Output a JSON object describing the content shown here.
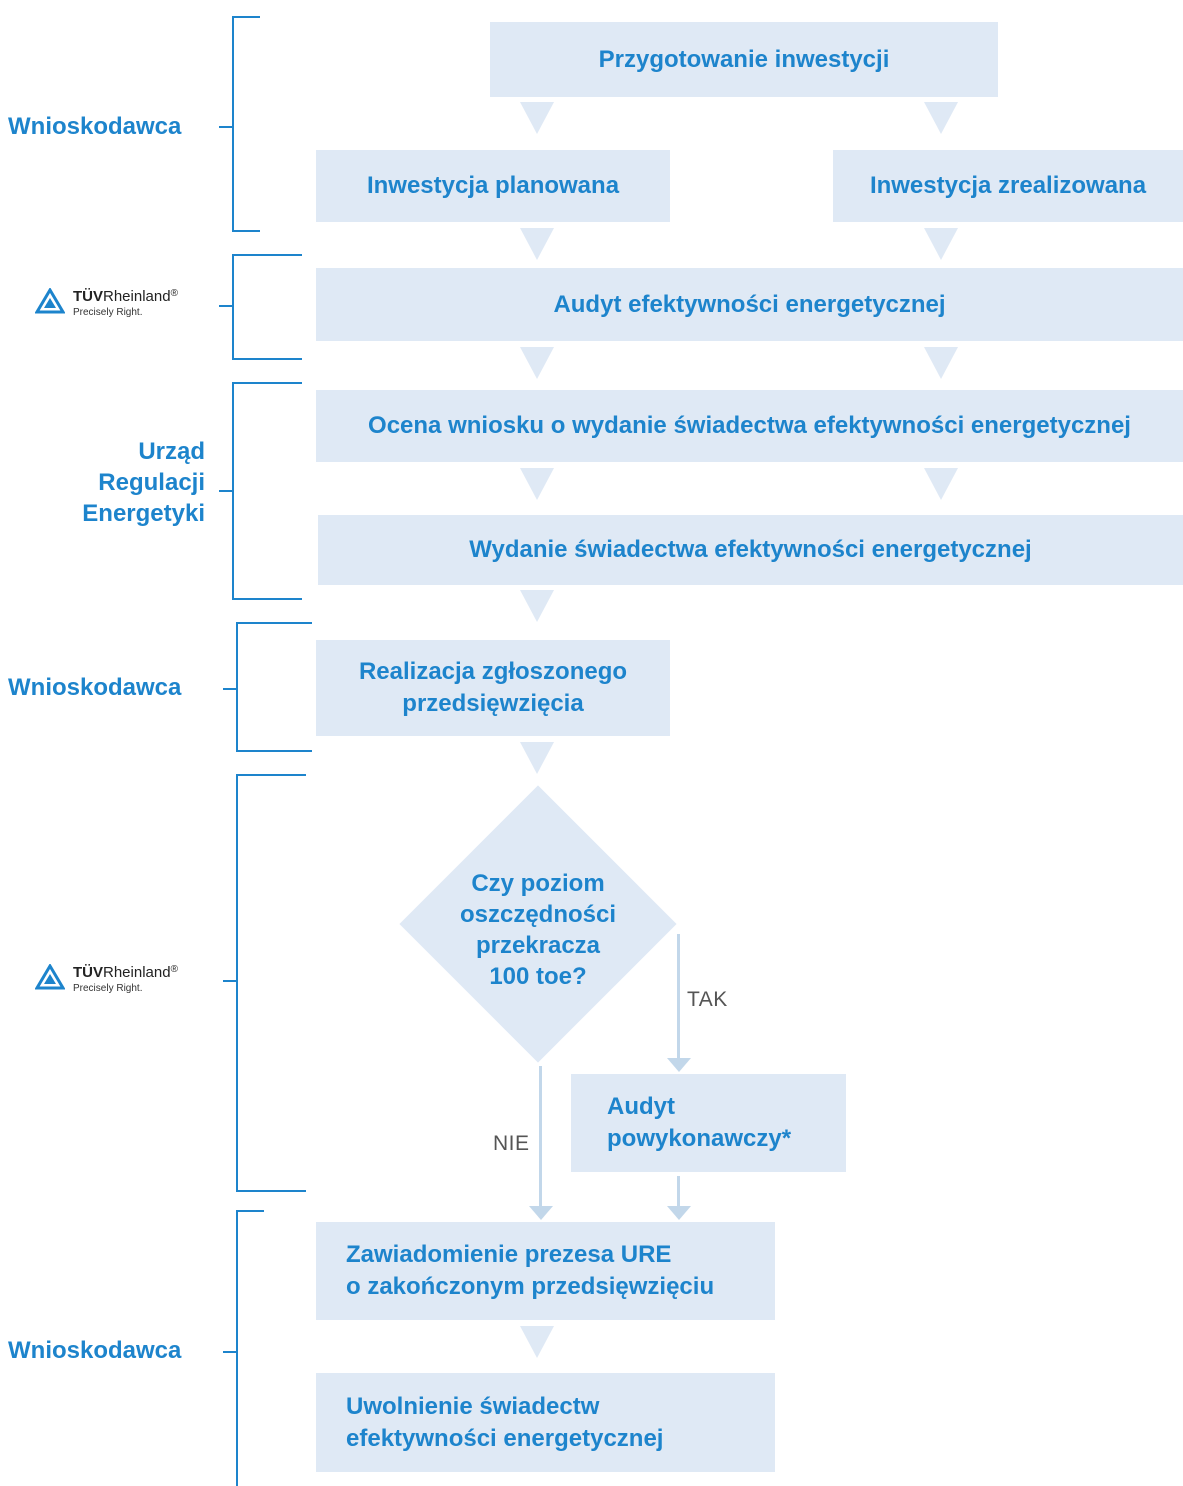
{
  "roles": {
    "applicant": "Wnioskodawca",
    "ure_line1": "Urząd",
    "ure_line2": "Regulacji",
    "ure_line3": "Energetyki"
  },
  "tuv_logo": {
    "brand_bold": "TÜV",
    "brand_regular": "Rheinland",
    "registered": "®",
    "tagline": "Precisely Right.",
    "icon": "triangle-logo-icon"
  },
  "steps": {
    "preparation": "Przygotowanie inwestycji",
    "planned": "Inwestycja planowana",
    "completed": "Inwestycja zrealizowana",
    "audit": "Audyt efektywności energetycznej",
    "assessment": "Ocena wniosku o wydanie świadectwa efektywności energetycznej",
    "issuance": "Wydanie świadectwa efektywności energetycznej",
    "realization_line1": "Realizacja zgłoszonego",
    "realization_line2": "przedsięwzięcia",
    "decision_line1": "Czy poziom",
    "decision_line2": "oszczędności",
    "decision_line3": "przekracza",
    "decision_line4": "100 toe?",
    "post_audit_line1": "Audyt",
    "post_audit_line2": "powykonawczy*",
    "notification_line1": "Zawiadomienie prezesa URE",
    "notification_line2": "o zakończonym przedsięwzięciu",
    "release_line1": "Uwolnienie świadectw",
    "release_line2": "efektywności energetycznej"
  },
  "branches": {
    "yes": "TAK",
    "no": "NIE"
  },
  "colors": {
    "accent": "#1d84cc",
    "box_fill": "#dfe9f5",
    "connector": "#c2d7ea"
  }
}
